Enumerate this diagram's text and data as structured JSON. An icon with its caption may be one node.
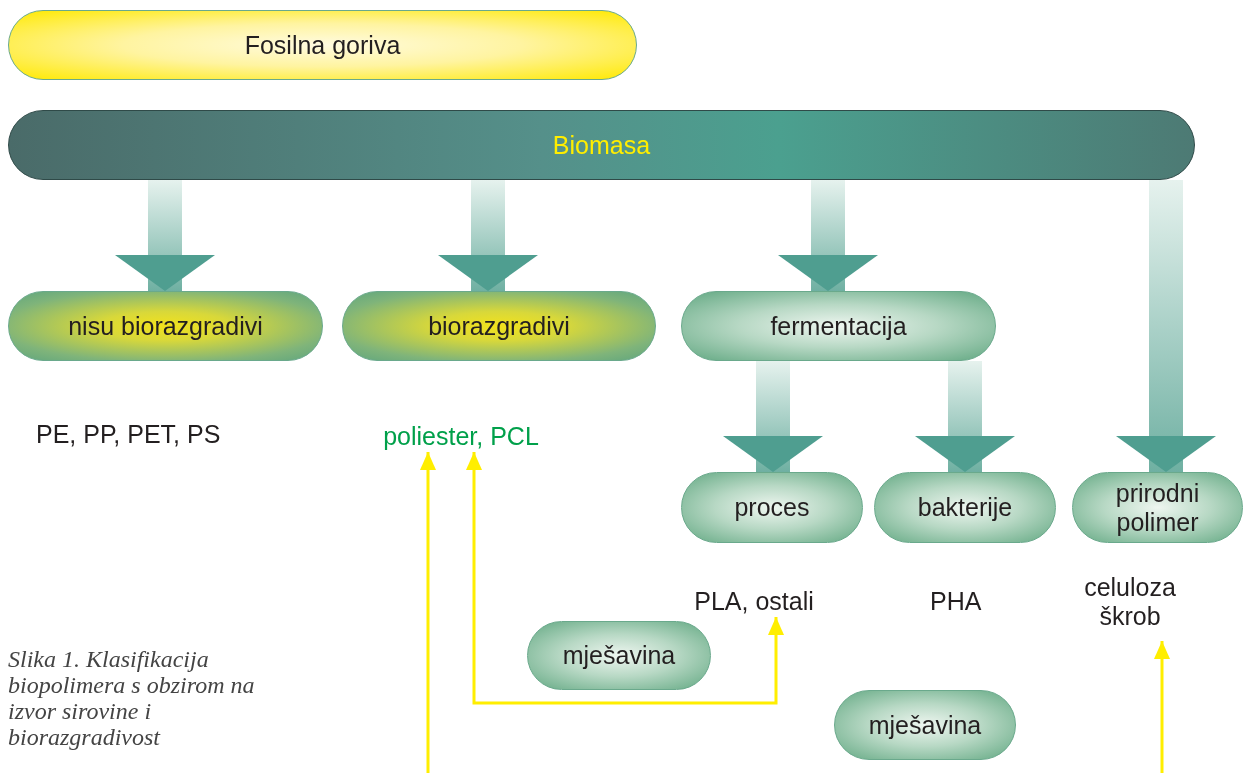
{
  "diagram": {
    "caption": "Slika 1. Klasifikacija biopolimera s obzirom na izvor sirovine i biorazgradivost",
    "nodes": [
      {
        "text": [
          "Fosilna goriva"
        ]
      },
      {
        "text": [
          "Biomasa"
        ]
      },
      {
        "text": [
          "nisu biorazgradivi"
        ]
      },
      {
        "text": [
          "biorazgradivi"
        ]
      },
      {
        "text": [
          "fermentacija"
        ]
      },
      {
        "text": [
          "proces"
        ]
      },
      {
        "text": [
          "bakterije"
        ]
      },
      {
        "text": [
          "prirodni polimer"
        ]
      },
      {
        "text": [
          "poliester, PCL"
        ]
      },
      {
        "text": [
          "PLA, ostali"
        ]
      },
      {
        "text": [
          "celuloza škrob"
        ]
      },
      {
        "text": [
          "mješavina"
        ]
      },
      {
        "text": [
          "mješavina"
        ]
      }
    ],
    "edges": [
      {
        "from": 1,
        "to": 2,
        "arrow": "to",
        "style": "thick"
      },
      {
        "from": 1,
        "to": 3,
        "arrow": "to",
        "style": "thick"
      },
      {
        "from": 1,
        "to": 4,
        "arrow": "to",
        "style": "thick"
      },
      {
        "from": 4,
        "to": 5,
        "arrow": "to",
        "style": "thick"
      },
      {
        "from": 4,
        "to": 6,
        "arrow": "to",
        "style": "thick"
      },
      {
        "from": 1,
        "to": 7,
        "arrow": "to",
        "style": "thick"
      },
      {
        "from": null,
        "to": 8,
        "arrow": "to",
        "color": "#ffee00"
      },
      {
        "from": 8,
        "to": 9,
        "arrow": "both",
        "color": "#ffee00"
      },
      {
        "from": null,
        "to": 10,
        "arrow": "to",
        "color": "#ffee00"
      }
    ],
    "labels": [
      "PE, PP, PET, PS",
      "PHA"
    ]
  }
}
